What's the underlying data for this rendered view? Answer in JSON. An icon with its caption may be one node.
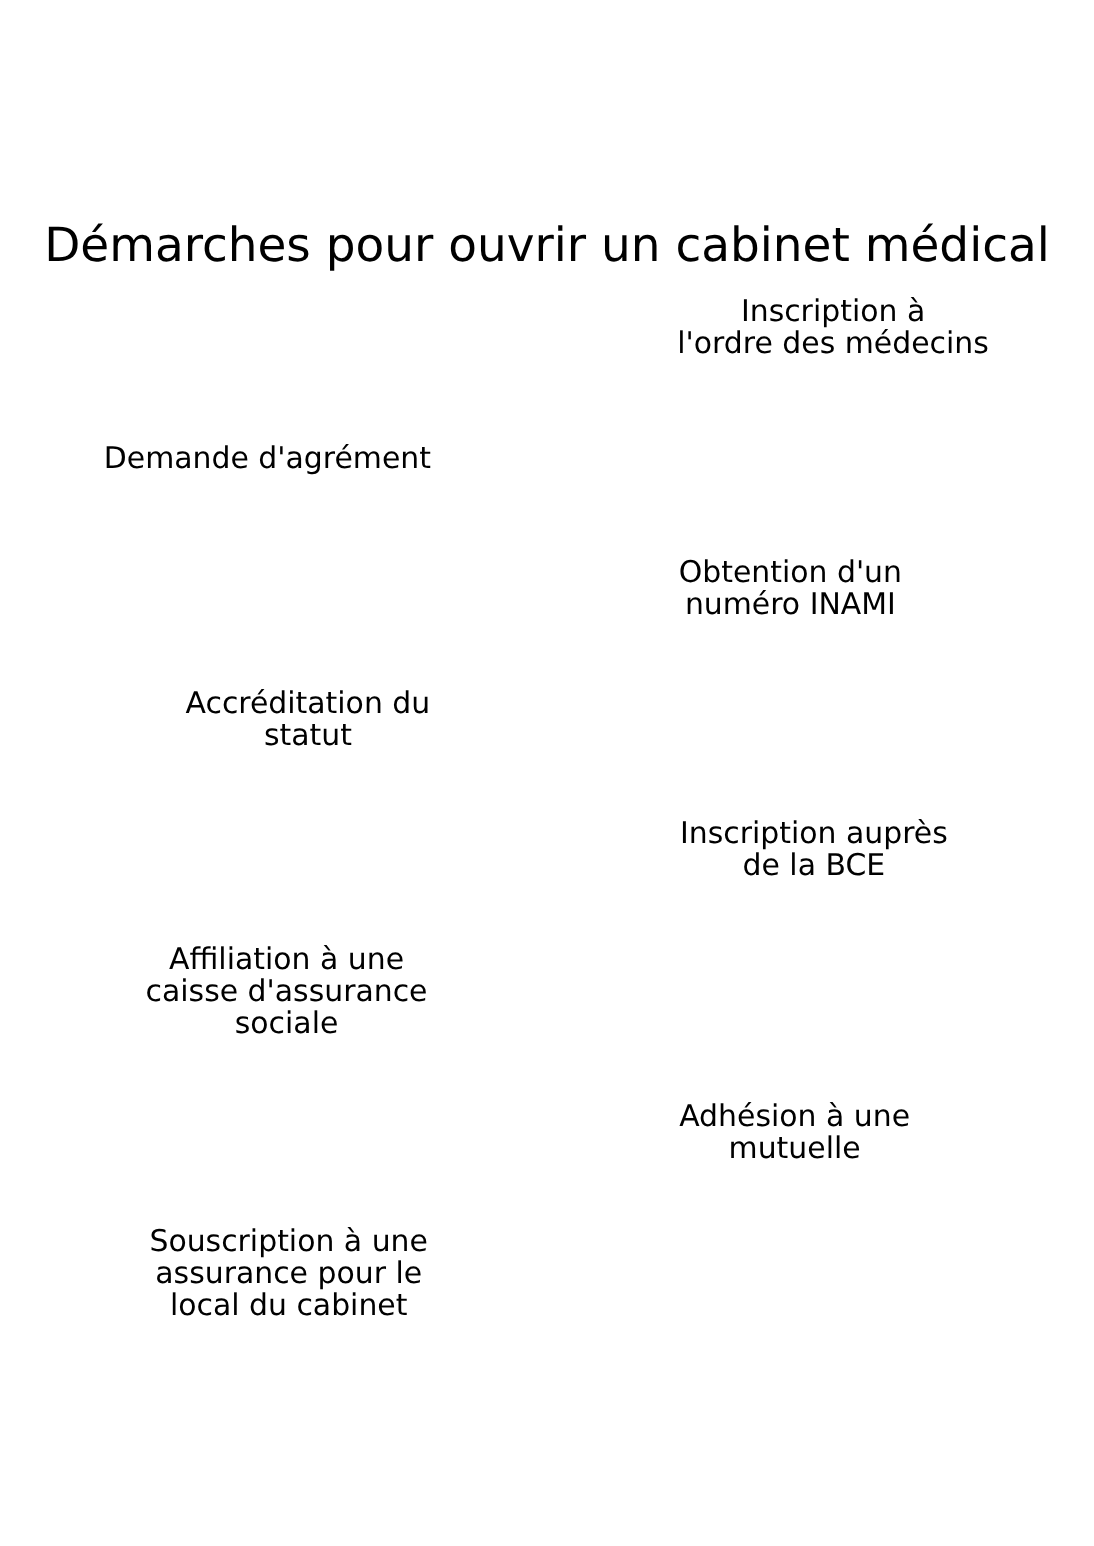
{
  "diagram": {
    "title": "Démarches pour ouvrir un cabinet médical",
    "nodes": [
      {
        "text": [
          "Inscription à l'ordre des médecins"
        ]
      },
      {
        "text": [
          "Demande d'agrément"
        ]
      },
      {
        "text": [
          "Obtention d'un numéro INAMI"
        ]
      },
      {
        "text": [
          "Accréditation du statut"
        ]
      },
      {
        "text": [
          "Inscription auprès de la BCE"
        ]
      },
      {
        "text": [
          "Affiliation à une caisse d'assurance sociale"
        ]
      },
      {
        "text": [
          "Adhésion à une mutuelle"
        ]
      },
      {
        "text": [
          "Souscription à une assurance pour le local du cabinet"
        ]
      }
    ]
  }
}
